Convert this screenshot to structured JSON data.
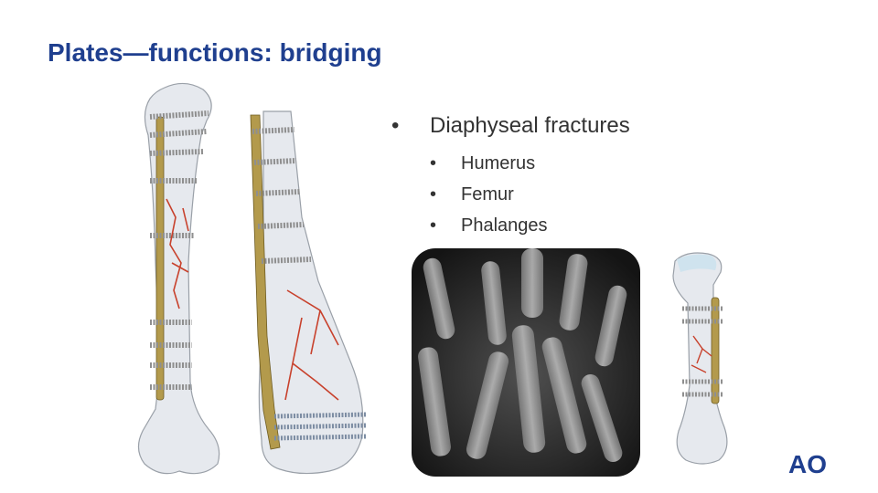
{
  "slide": {
    "title": "Plates—functions: bridging",
    "bullet_glyph": "•",
    "main_bullet": "Diaphyseal fractures",
    "sub_bullets": [
      "Humerus",
      "Femur",
      "Phalanges"
    ]
  },
  "figures": {
    "humerus": "humerus-plate-illustration",
    "femur": "femur-plate-illustration",
    "xray": "hand-xray-image",
    "phalanx": "phalanx-plate-illustration"
  },
  "logo": {
    "text": "AO"
  },
  "colors": {
    "title": "#1f3f8f",
    "logo": "#1f3f8f",
    "plate": "#b39a4c",
    "fracture": "#c8412c",
    "bone": "#e6e9ee"
  }
}
